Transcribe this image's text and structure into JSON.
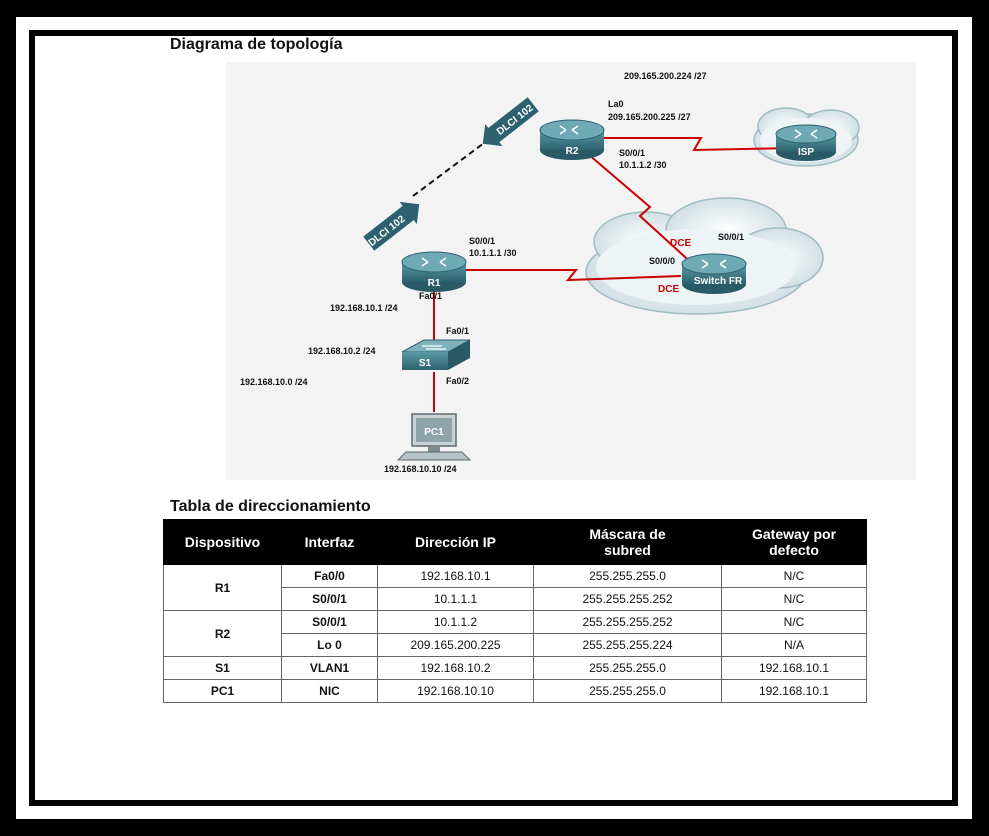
{
  "page": {
    "topology_title": "Diagrama de topología",
    "table_title": "Tabla de direccionamiento"
  },
  "diagram": {
    "network_isp": "209.165.200.224 /27",
    "r2_lo_name": "La0",
    "r2_lo_ip": "209.165.200.225 /27",
    "r2_s001": "S0/0/1",
    "r2_s001_ip": "10.1.1.2 /30",
    "r1_s001": "S0/0/1",
    "r1_s001_ip": "10.1.1.1 /30",
    "r1_fa01": "Fa0/1",
    "r1_fa01_ip": "192.168.10.1 /24",
    "s1_fa01": "Fa0/1",
    "s1_ip": "192.168.10.2 /24",
    "s1_fa02": "Fa0/2",
    "lan_network": "192.168.10.0 /24",
    "pc1_ip": "192.168.10.10 /24",
    "fr_s001": "S0/0/1",
    "fr_s000": "S0/0/0",
    "dce_top": "DCE",
    "dce_bottom": "DCE",
    "dlci_top": "DLCI 102",
    "dlci_bottom": "DLCI 102",
    "devices": {
      "r1": "R1",
      "r2": "R2",
      "isp": "ISP",
      "switch_fr": "Switch FR",
      "s1": "S1",
      "pc1": "PC1"
    }
  },
  "table": {
    "headers": {
      "device": "Dispositivo",
      "interface": "Interfaz",
      "ip": "Dirección IP",
      "mask_1": "Máscara de",
      "mask_2": "subred",
      "gw_1": "Gateway por",
      "gw_2": "defecto"
    },
    "rows": [
      {
        "device": "R1",
        "interface": "Fa0/0",
        "ip": "192.168.10.1",
        "mask": "255.255.255.0",
        "gateway": "N/C"
      },
      {
        "device": "",
        "interface": "S0/0/1",
        "ip": "10.1.1.1",
        "mask": "255.255.255.252",
        "gateway": "N/C"
      },
      {
        "device": "R2",
        "interface": "S0/0/1",
        "ip": "10.1.1.2",
        "mask": "255.255.255.252",
        "gateway": "N/C"
      },
      {
        "device": "",
        "interface": "Lo 0",
        "ip": "209.165.200.225",
        "mask": "255.255.255.224",
        "gateway": "N/A"
      },
      {
        "device": "S1",
        "interface": "VLAN1",
        "ip": "192.168.10.2",
        "mask": "255.255.255.0",
        "gateway": "192.168.10.1"
      },
      {
        "device": "PC1",
        "interface": "NIC",
        "ip": "192.168.10.10",
        "mask": "255.255.255.0",
        "gateway": "192.168.10.1"
      }
    ]
  },
  "colors": {
    "link_red": "#cc0000",
    "dce_red": "#cc0000",
    "router_teal": "#3e7d8a",
    "cloud_fill": "#dbe6e9"
  }
}
